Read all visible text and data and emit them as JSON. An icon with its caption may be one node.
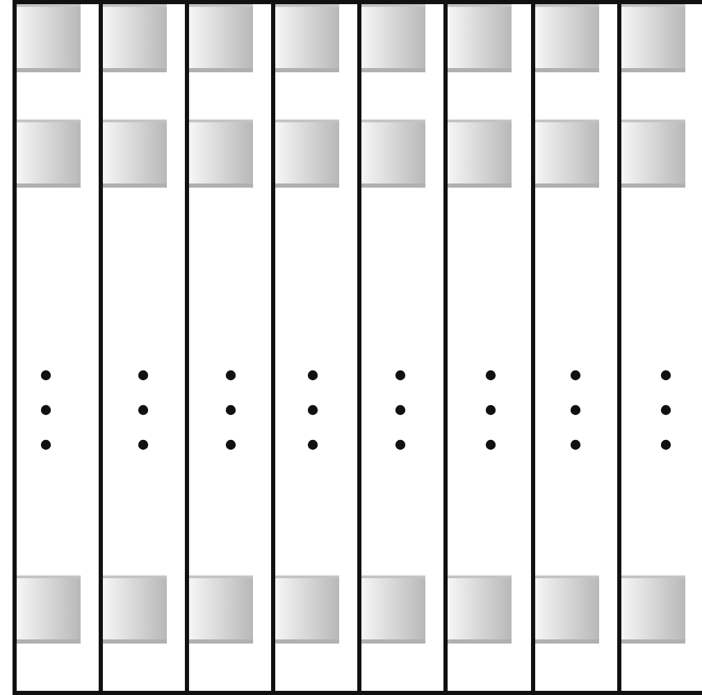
{
  "diagram": {
    "nodes": [
      {
        "text": [],
        "shape": "bar"
      },
      {
        "text": [],
        "shape": "box",
        "in": 0
      },
      {
        "text": [],
        "shape": "box",
        "in": 0
      },
      {
        "text": [],
        "shape": "box",
        "in": 0
      },
      {
        "text": [],
        "shape": "bar"
      },
      {
        "text": [],
        "shape": "box",
        "in": 4
      },
      {
        "text": [],
        "shape": "box",
        "in": 4
      },
      {
        "text": [],
        "shape": "box",
        "in": 4
      },
      {
        "text": [],
        "shape": "bar"
      },
      {
        "text": [],
        "shape": "box",
        "in": 8
      },
      {
        "text": [],
        "shape": "box",
        "in": 8
      },
      {
        "text": [],
        "shape": "box",
        "in": 8
      },
      {
        "text": [],
        "shape": "bar"
      },
      {
        "text": [],
        "shape": "box",
        "in": 12
      },
      {
        "text": [],
        "shape": "box",
        "in": 12
      },
      {
        "text": [],
        "shape": "box",
        "in": 12
      },
      {
        "text": [],
        "shape": "bar"
      },
      {
        "text": [],
        "shape": "box",
        "in": 16
      },
      {
        "text": [],
        "shape": "box",
        "in": 16
      },
      {
        "text": [],
        "shape": "box",
        "in": 16
      },
      {
        "text": [],
        "shape": "bar"
      },
      {
        "text": [],
        "shape": "box",
        "in": 20
      },
      {
        "text": [],
        "shape": "box",
        "in": 20
      },
      {
        "text": [],
        "shape": "box",
        "in": 20
      },
      {
        "text": [],
        "shape": "bar"
      },
      {
        "text": [],
        "shape": "box",
        "in": 24
      },
      {
        "text": [],
        "shape": "box",
        "in": 24
      },
      {
        "text": [],
        "shape": "box",
        "in": 24
      },
      {
        "text": [],
        "shape": "bar"
      },
      {
        "text": [],
        "shape": "box",
        "in": 28
      },
      {
        "text": [],
        "shape": "box",
        "in": 28
      },
      {
        "text": [],
        "shape": "box",
        "in": 28
      }
    ]
  }
}
